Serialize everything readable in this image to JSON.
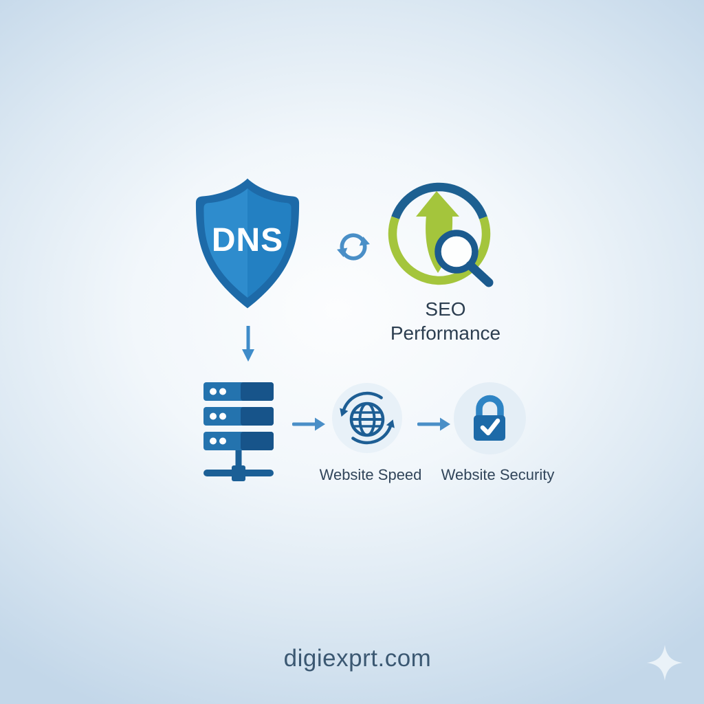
{
  "diagram": {
    "dns_label": "DNS",
    "seo_label_line1": "SEO",
    "seo_label_line2": "Performance",
    "website_speed_label": "Website Speed",
    "website_security_label": "Website Security"
  },
  "footer": {
    "brand": "digiexprt.com"
  },
  "icons": {
    "shield": "dns-shield-icon",
    "sync": "sync-arrows-icon",
    "seo": "seo-growth-search-icon",
    "server": "server-stack-icon",
    "speed": "globe-sync-icon",
    "security": "lock-check-icon",
    "sparkle": "sparkle-icon"
  },
  "colors": {
    "background_center": "#fcfdfe",
    "background_edge": "#c3d7e9",
    "shield_border": "#1d6aa8",
    "shield_left": "#2e8ccd",
    "shield_right": "#2380c2",
    "dns_text": "#ffffff",
    "sync_arrows": "#4a8fc7",
    "seo_ring_blue": "#1d6091",
    "seo_green": "#a4c53c",
    "magnifier_blue": "#1b5a8e",
    "server_light": "#2473ae",
    "server_dark": "#17548a",
    "network_blue": "#1b5f96",
    "globe_blue": "#1d5e94",
    "icon_circle_bg": "#e8f1f8",
    "lock_body": "#1d6aa8",
    "lock_shackle": "#2e84c4",
    "check_white": "#ffffff",
    "flow_arrow": "#4a8fc7",
    "label_text": "#31455a",
    "seo_label_text": "#2c3e50",
    "footer_text": "#3b5872",
    "sparkle": "#edf4f9"
  }
}
